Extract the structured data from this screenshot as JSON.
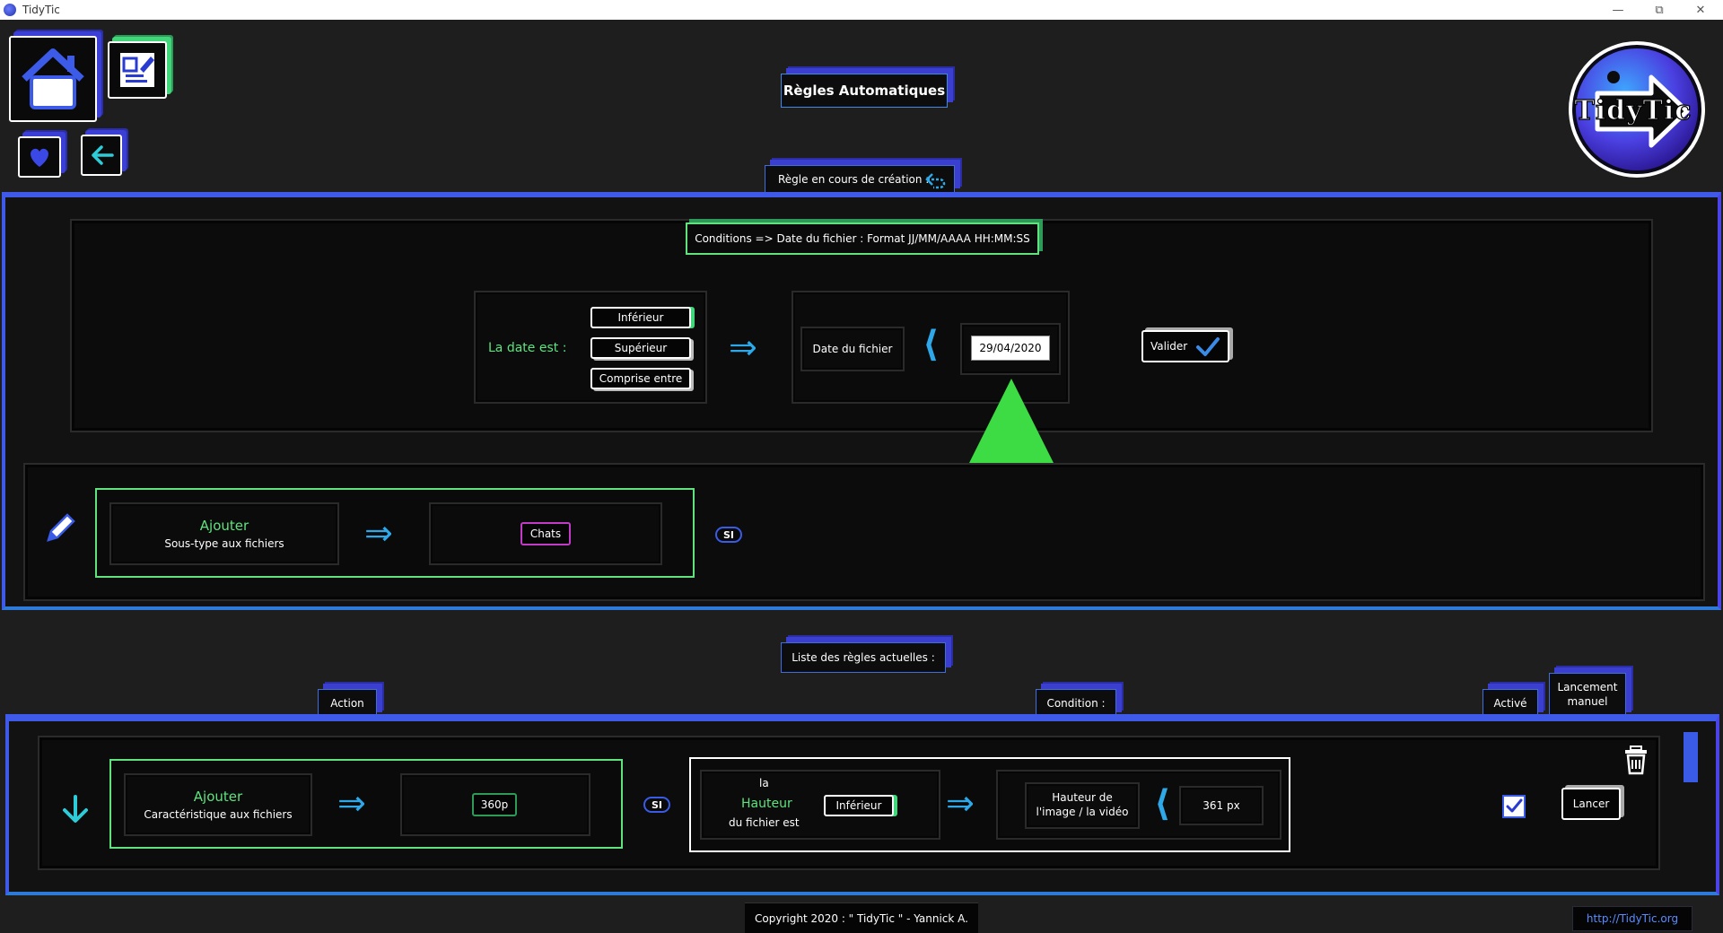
{
  "window": {
    "title": "TidyTic"
  },
  "header": {
    "page_title": "Règles Automatiques",
    "logo_text": "TidyTic"
  },
  "creation": {
    "section_label": "Règle en cours de création :",
    "conditions_title": "Conditions => Date du fichier : Format JJ/MM/AAAA HH:MM:SS",
    "date_label": "La date est :",
    "options": [
      "Inférieur",
      "Supérieur",
      "Comprise entre"
    ],
    "field_label": "Date du fichier",
    "date_value": "29/04/2020",
    "validate_label": "Valider",
    "action_title": "Ajouter",
    "action_subtitle": "Sous-type aux fichiers",
    "action_value": "Chats",
    "si_label": "SI"
  },
  "rules_list": {
    "section_label": "Liste des règles actuelles :",
    "col_action": "Action",
    "col_condition": "Condition :",
    "col_active": "Activé",
    "col_manual": "Lancement manuel",
    "rows": [
      {
        "action_title": "Ajouter",
        "action_subtitle": "Caractéristique aux fichiers",
        "action_value": "360p",
        "si_label": "SI",
        "cond_pre": "la",
        "cond_subject": "Hauteur",
        "cond_post": "du fichier est",
        "cond_operator": "Inférieur",
        "cond_field": "Hauteur de l'image / la vidéo",
        "cond_value": "361 px",
        "launch_label": "Lancer"
      }
    ]
  },
  "footer": {
    "copyright": "Copyright 2020 : \" TidyTic \" - Yannick A.",
    "url": "http://TidyTic.org"
  }
}
